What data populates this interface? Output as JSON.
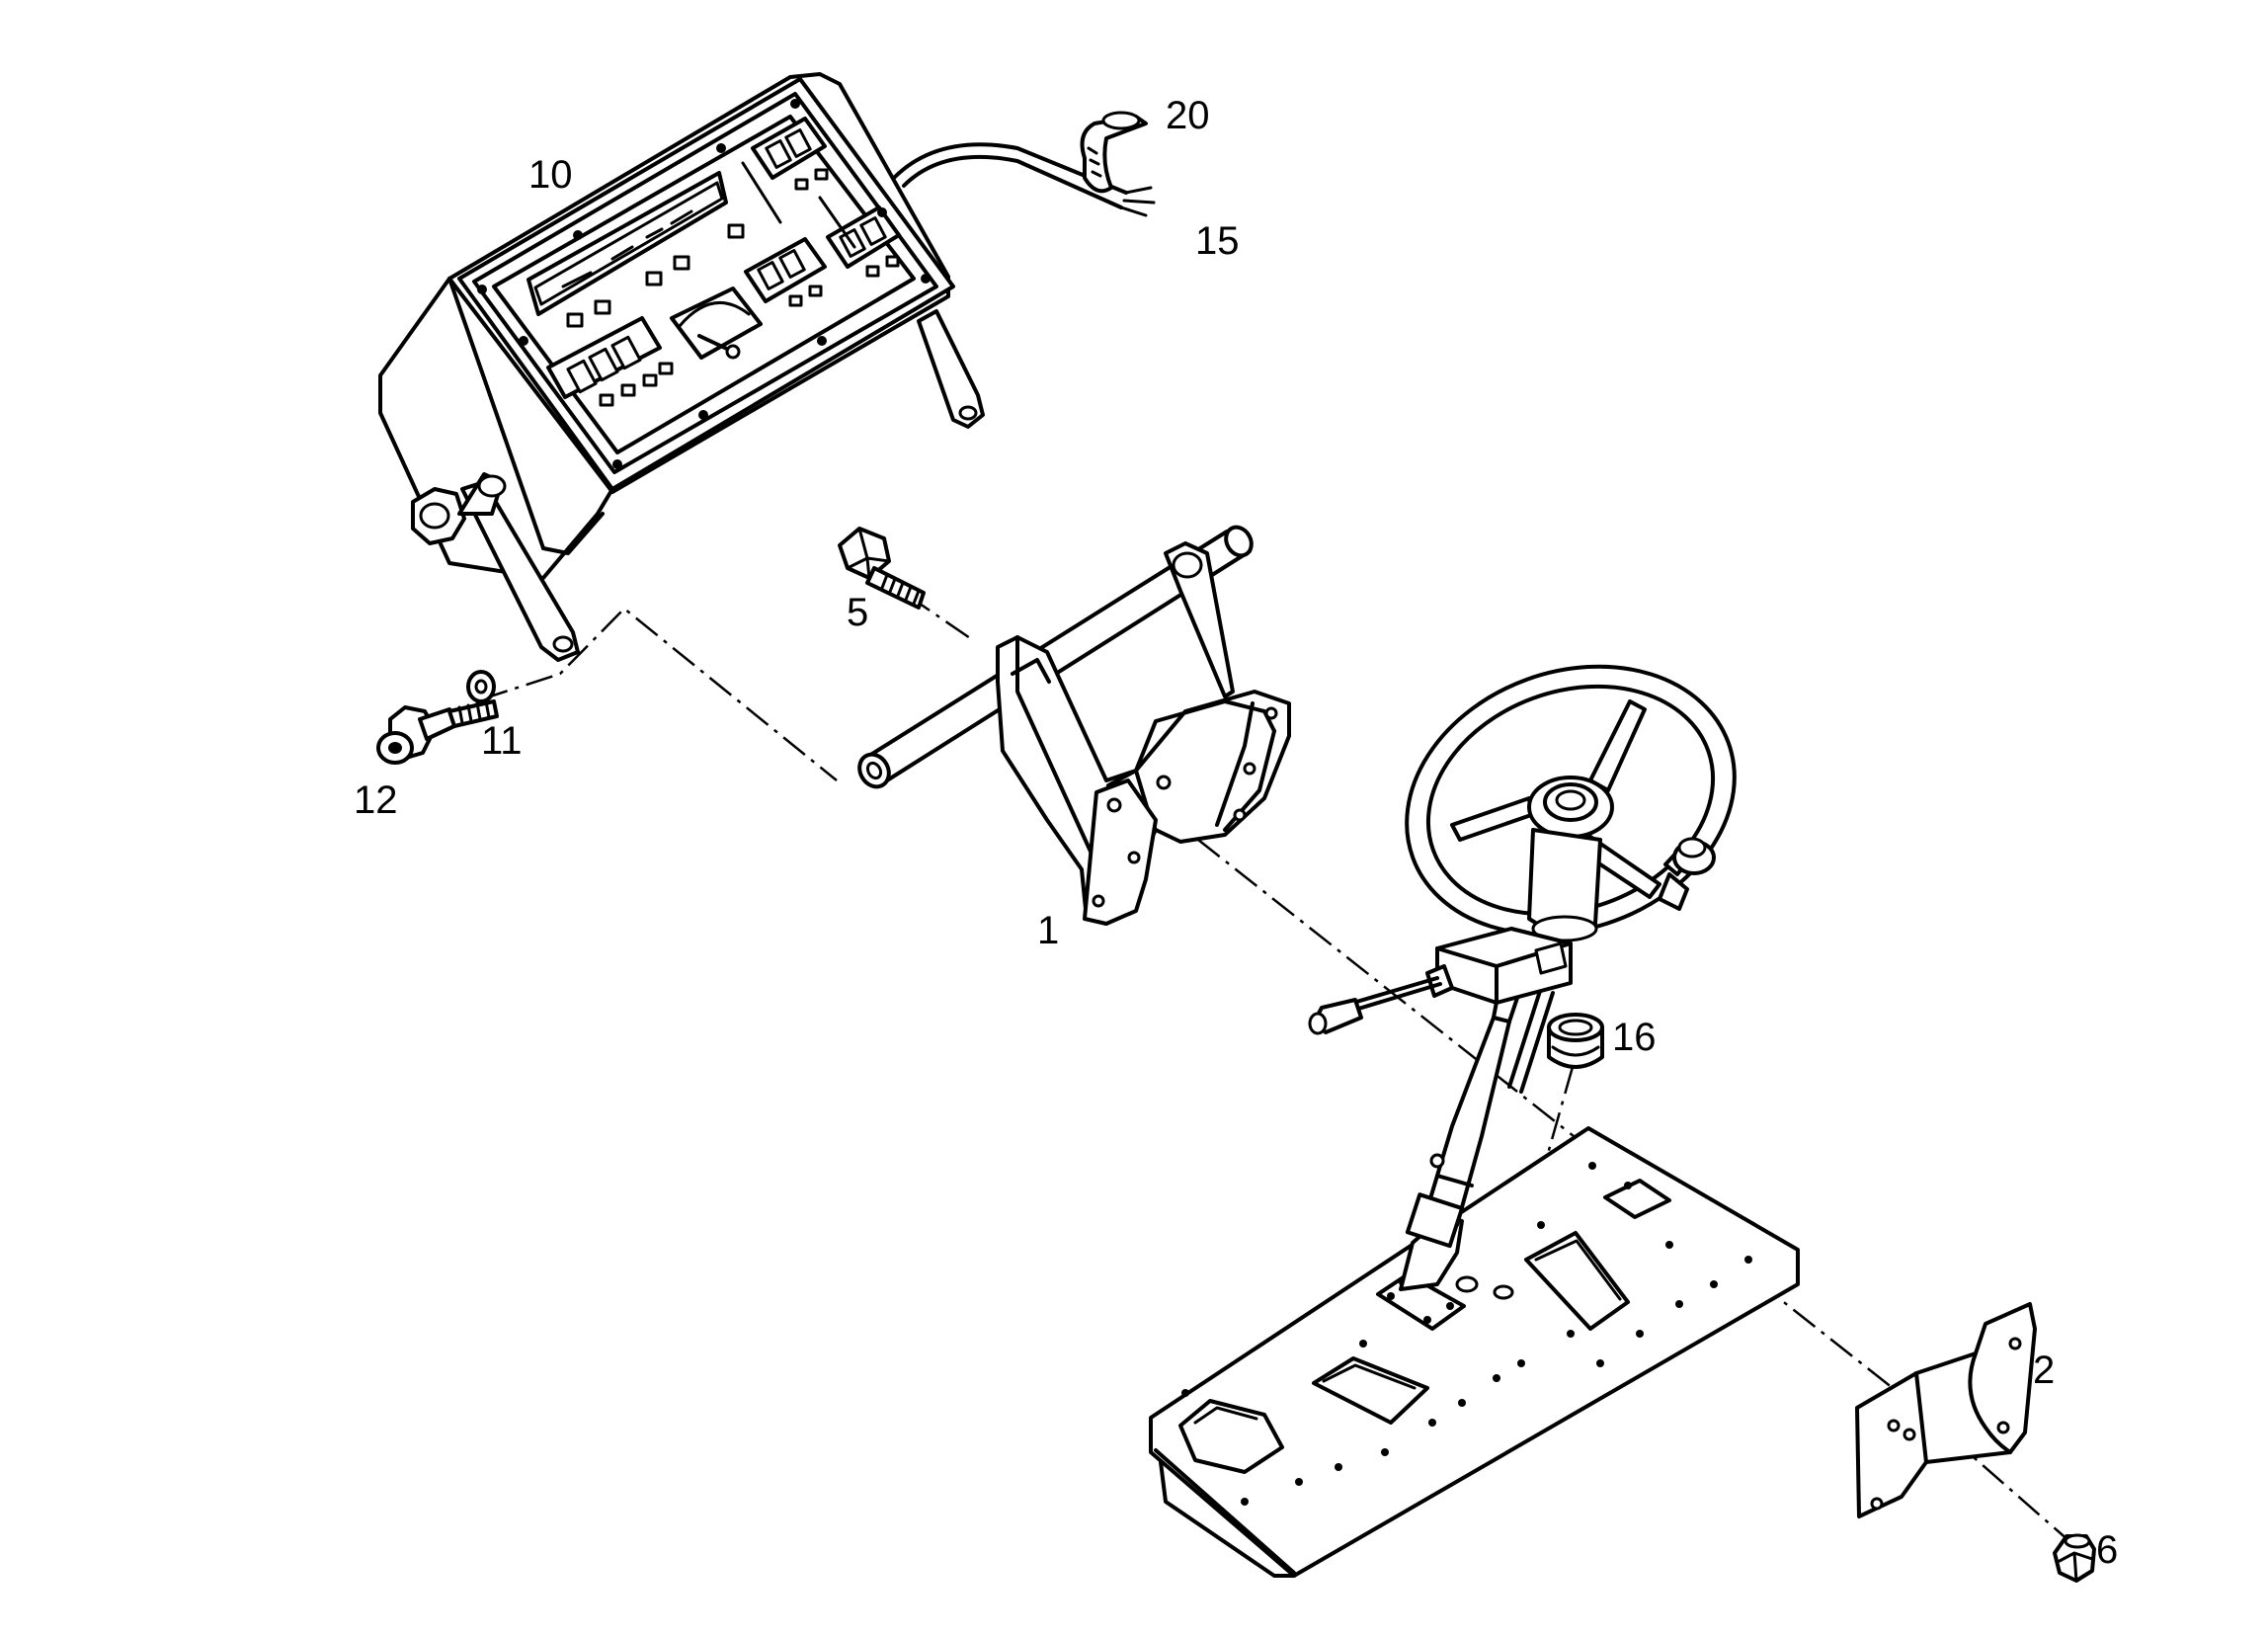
{
  "callouts": {
    "p1": "1",
    "p2": "2",
    "p5": "5",
    "p6": "6",
    "p10": "10",
    "p11": "11",
    "p12": "12",
    "p15": "15",
    "p16": "16",
    "p20": "20"
  }
}
